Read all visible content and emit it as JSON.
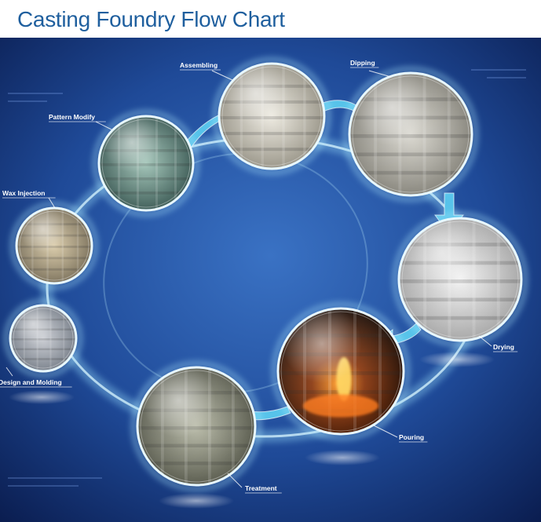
{
  "title": "Casting Foundry Flow Chart",
  "colors": {
    "title": "#1f5f9e",
    "background_center": "#2f63b6",
    "background_edge": "#0a1c4e",
    "ring_glow": "#bfefff",
    "arrow": "#57c3ea",
    "label": "#ffffff"
  },
  "stages": [
    {
      "label": "Design and Molding",
      "icon": "design-molding-photo"
    },
    {
      "label": "Wax Injection",
      "icon": "wax-injection-photo"
    },
    {
      "label": "Pattern Modify",
      "icon": "pattern-modify-photo"
    },
    {
      "label": "Assembling",
      "icon": "assembling-photo"
    },
    {
      "label": "Dipping",
      "icon": "dipping-photo"
    },
    {
      "label": "Drying",
      "icon": "drying-photo"
    },
    {
      "label": "Pouring",
      "icon": "pouring-photo"
    },
    {
      "label": "Treatment",
      "icon": "treatment-photo"
    }
  ]
}
